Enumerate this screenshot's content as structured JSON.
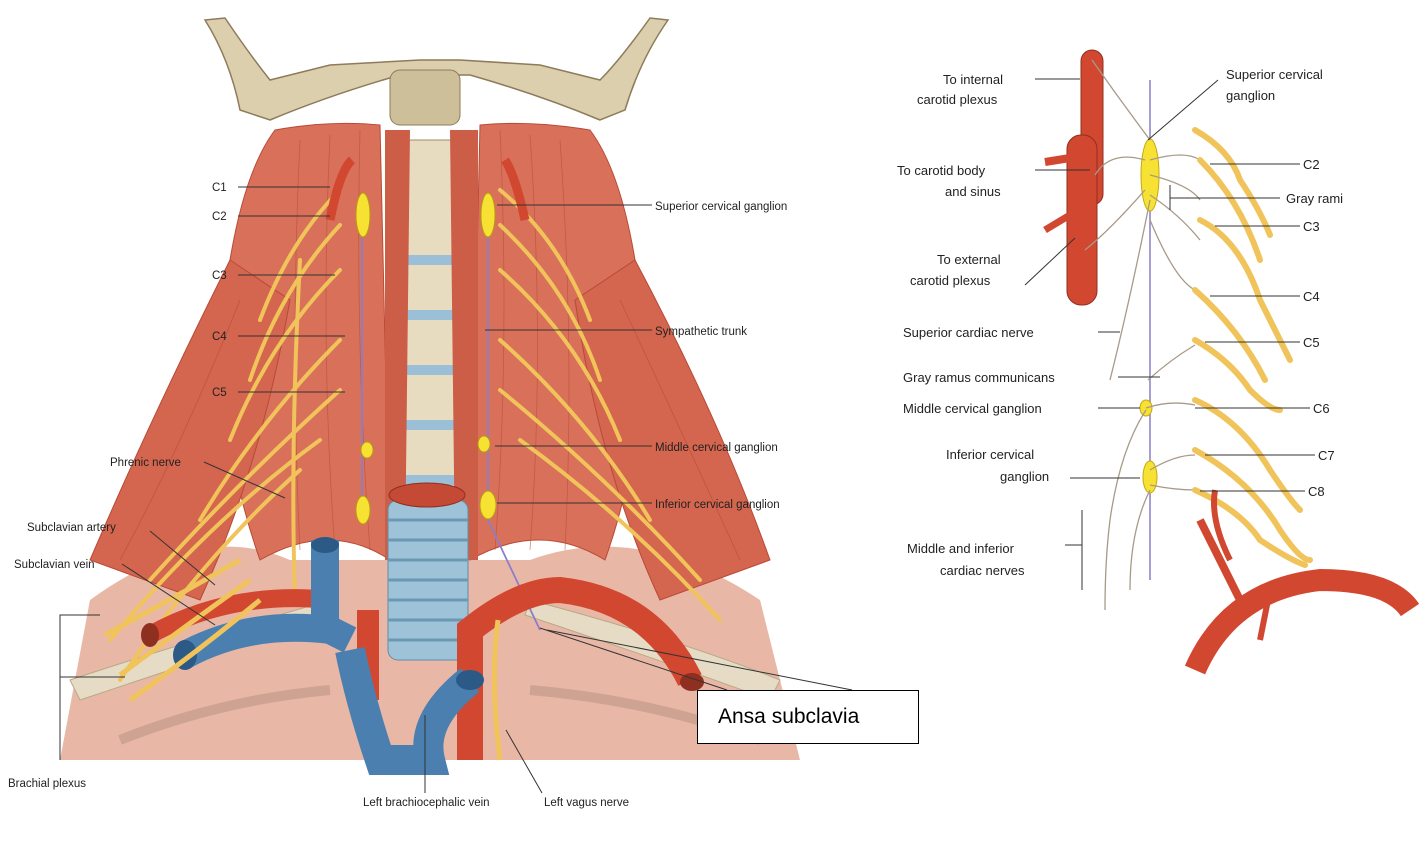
{
  "left_figure": {
    "left_labels": {
      "c1": "C1",
      "c2": "C2",
      "c3": "C3",
      "c4": "C4",
      "c5": "C5",
      "phrenic": "Phrenic nerve",
      "subclavian_artery": "Subclavian artery",
      "subclavian_vein": "Subclavian vein",
      "brachial_plexus": "Brachial plexus"
    },
    "right_labels": {
      "superior_cervical_ganglion": "Superior cervical ganglion",
      "sympathetic_trunk": "Sympathetic trunk",
      "middle_cervical_ganglion": "Middle cervical ganglion",
      "inferior_cervical_ganglion": "Inferior cervical ganglion"
    },
    "bottom_labels": {
      "left_brachiocephalic_vein": "Left brachiocephalic vein",
      "left_vagus_nerve": "Left vagus nerve"
    },
    "callout": "Ansa subclavia"
  },
  "right_figure": {
    "labels": {
      "to_internal_1": "To internal",
      "to_internal_2": "carotid plexus",
      "to_carotid_body_1": "To carotid body",
      "to_carotid_body_2": "and sinus",
      "to_external_1": "To external",
      "to_external_2": "carotid plexus",
      "superior_cardiac": "Superior cardiac nerve",
      "gray_ramus": "Gray ramus communicans",
      "middle_ganglion": "Middle cervical ganglion",
      "inferior_ganglion_1": "Inferior cervical",
      "inferior_ganglion_2": "ganglion",
      "mid_inf_cardiac_1": "Middle and inferior",
      "mid_inf_cardiac_2": "cardiac nerves",
      "superior_ganglion_1": "Superior cervical",
      "superior_ganglion_2": "ganglion",
      "gray_rami": "Gray rami",
      "c2": "C2",
      "c3": "C3",
      "c4": "C4",
      "c5": "C5",
      "c6": "C6",
      "c7": "C7",
      "c8": "C8"
    }
  },
  "colors": {
    "muscle": "#d9715a",
    "muscle_dark": "#b84a36",
    "bone": "#d8cdb5",
    "nerve": "#f0c45a",
    "ganglion": "#f7e233",
    "artery": "#d2472f",
    "vein": "#4a7fb0",
    "trachea": "#9ec3d9",
    "label_line": "#333333"
  }
}
